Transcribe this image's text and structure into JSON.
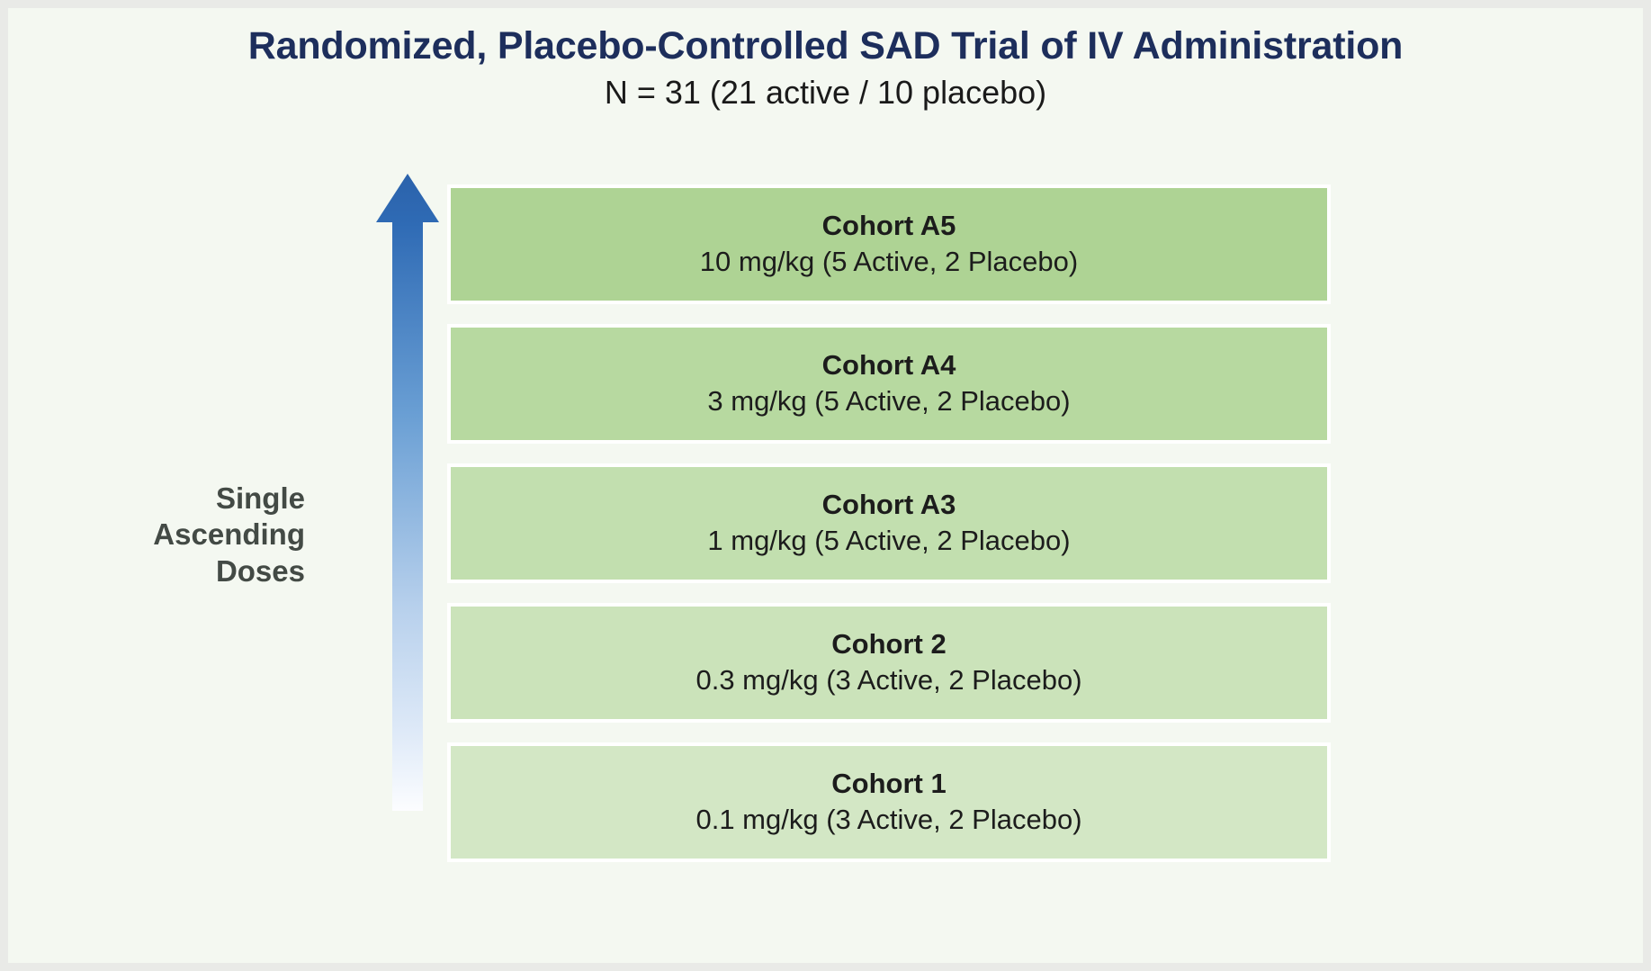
{
  "header": {
    "title": "Randomized, Placebo-Controlled SAD Trial of IV Administration",
    "subtitle": "N = 31 (21 active / 10 placebo)"
  },
  "axis": {
    "label_line1": "Single",
    "label_line2": "Ascending",
    "label_line3": "Doses",
    "arrow_icon": "up-arrow-icon",
    "arrow_direction": "up",
    "arrow_gradient_top": "#2f6bb5",
    "arrow_gradient_bottom": "#ffffff"
  },
  "colors": {
    "slide_background": "#f4f8f1",
    "outer_border": "#e9eae7",
    "title": "#1d2e5c",
    "subtitle": "#1a1a1a",
    "axis_label": "#434a45",
    "box_text": "#1c1c1c",
    "box_border": "#ffffff"
  },
  "chart_data": {
    "type": "bar",
    "title": "Randomized, Placebo-Controlled SAD Trial of IV Administration",
    "subtitle": "N = 31 (21 active / 10 placebo)",
    "xlabel": "",
    "ylabel": "Single Ascending Doses",
    "legend_position": "none",
    "grid": false,
    "categories": [
      "Cohort 1",
      "Cohort 2",
      "Cohort A3",
      "Cohort A4",
      "Cohort A5"
    ],
    "values": [
      0.1,
      0.3,
      1,
      3,
      10
    ],
    "units": "mg/kg",
    "series": [
      {
        "name": "Active",
        "values": [
          3,
          3,
          5,
          5,
          5
        ]
      },
      {
        "name": "Placebo",
        "values": [
          2,
          2,
          2,
          2,
          2
        ]
      }
    ],
    "totals": {
      "active": 21,
      "placebo": 10,
      "n": 31
    }
  },
  "cohorts": [
    {
      "name": "Cohort A5",
      "dose": "10 mg/kg (5 Active, 2 Placebo)",
      "dose_value": 10,
      "active": 5,
      "placebo": 2,
      "fill": "#aed394"
    },
    {
      "name": "Cohort A4",
      "dose": "3 mg/kg (5 Active, 2 Placebo)",
      "dose_value": 3,
      "active": 5,
      "placebo": 2,
      "fill": "#b7d9a0"
    },
    {
      "name": "Cohort A3",
      "dose": "1 mg/kg (5 Active, 2 Placebo)",
      "dose_value": 1,
      "active": 5,
      "placebo": 2,
      "fill": "#c2dfaf"
    },
    {
      "name": "Cohort 2",
      "dose": "0.3 mg/kg (3 Active, 2 Placebo)",
      "dose_value": 0.3,
      "active": 3,
      "placebo": 2,
      "fill": "#cbe3ba"
    },
    {
      "name": "Cohort 1",
      "dose": "0.1 mg/kg (3 Active, 2 Placebo)",
      "dose_value": 0.1,
      "active": 3,
      "placebo": 2,
      "fill": "#d3e7c5"
    }
  ]
}
